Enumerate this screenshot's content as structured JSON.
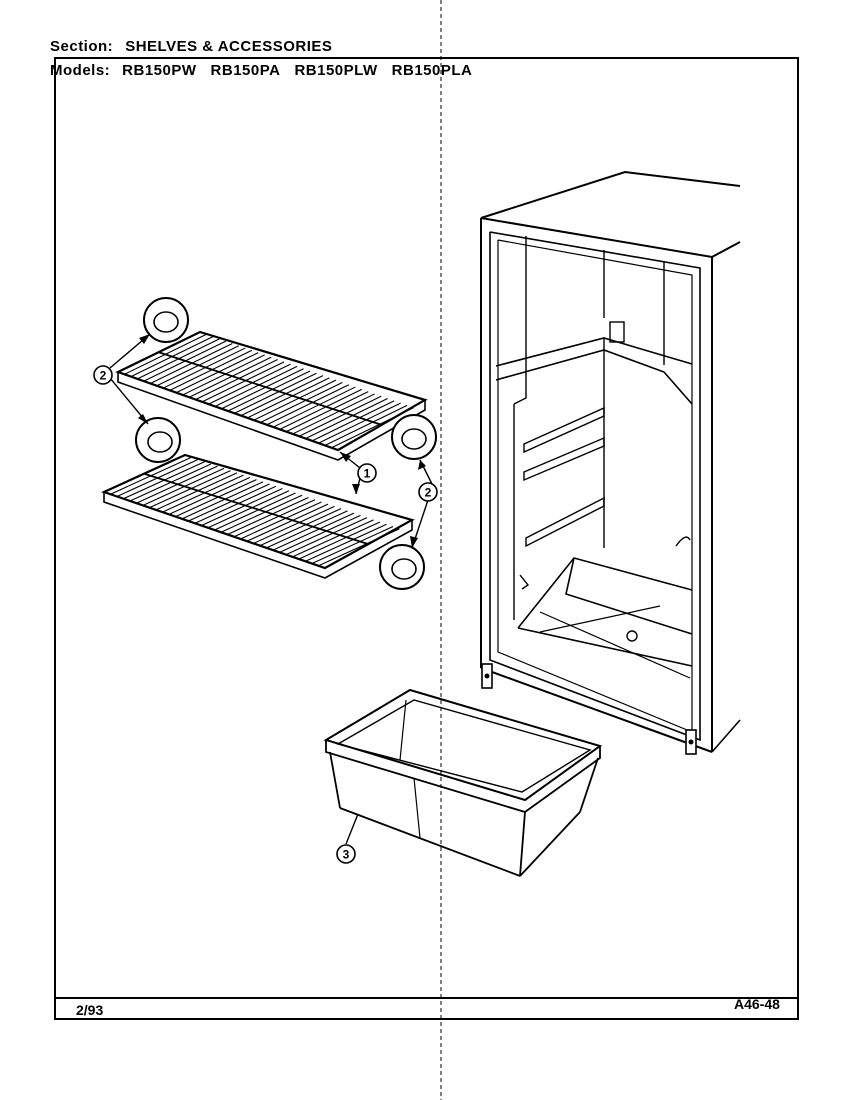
{
  "header": {
    "section_label": "Section:",
    "section_title": "SHELVES & ACCESSORIES",
    "models_label": "Models:",
    "models": [
      "RB150PW",
      "RB150PA",
      "RB150PLW",
      "RB150PLA"
    ]
  },
  "callouts": {
    "shelf": "1",
    "shelf_support_left": "2",
    "shelf_support_right": "2",
    "crisper": "3"
  },
  "footer": {
    "date": "2/93",
    "code": "A46-48"
  }
}
